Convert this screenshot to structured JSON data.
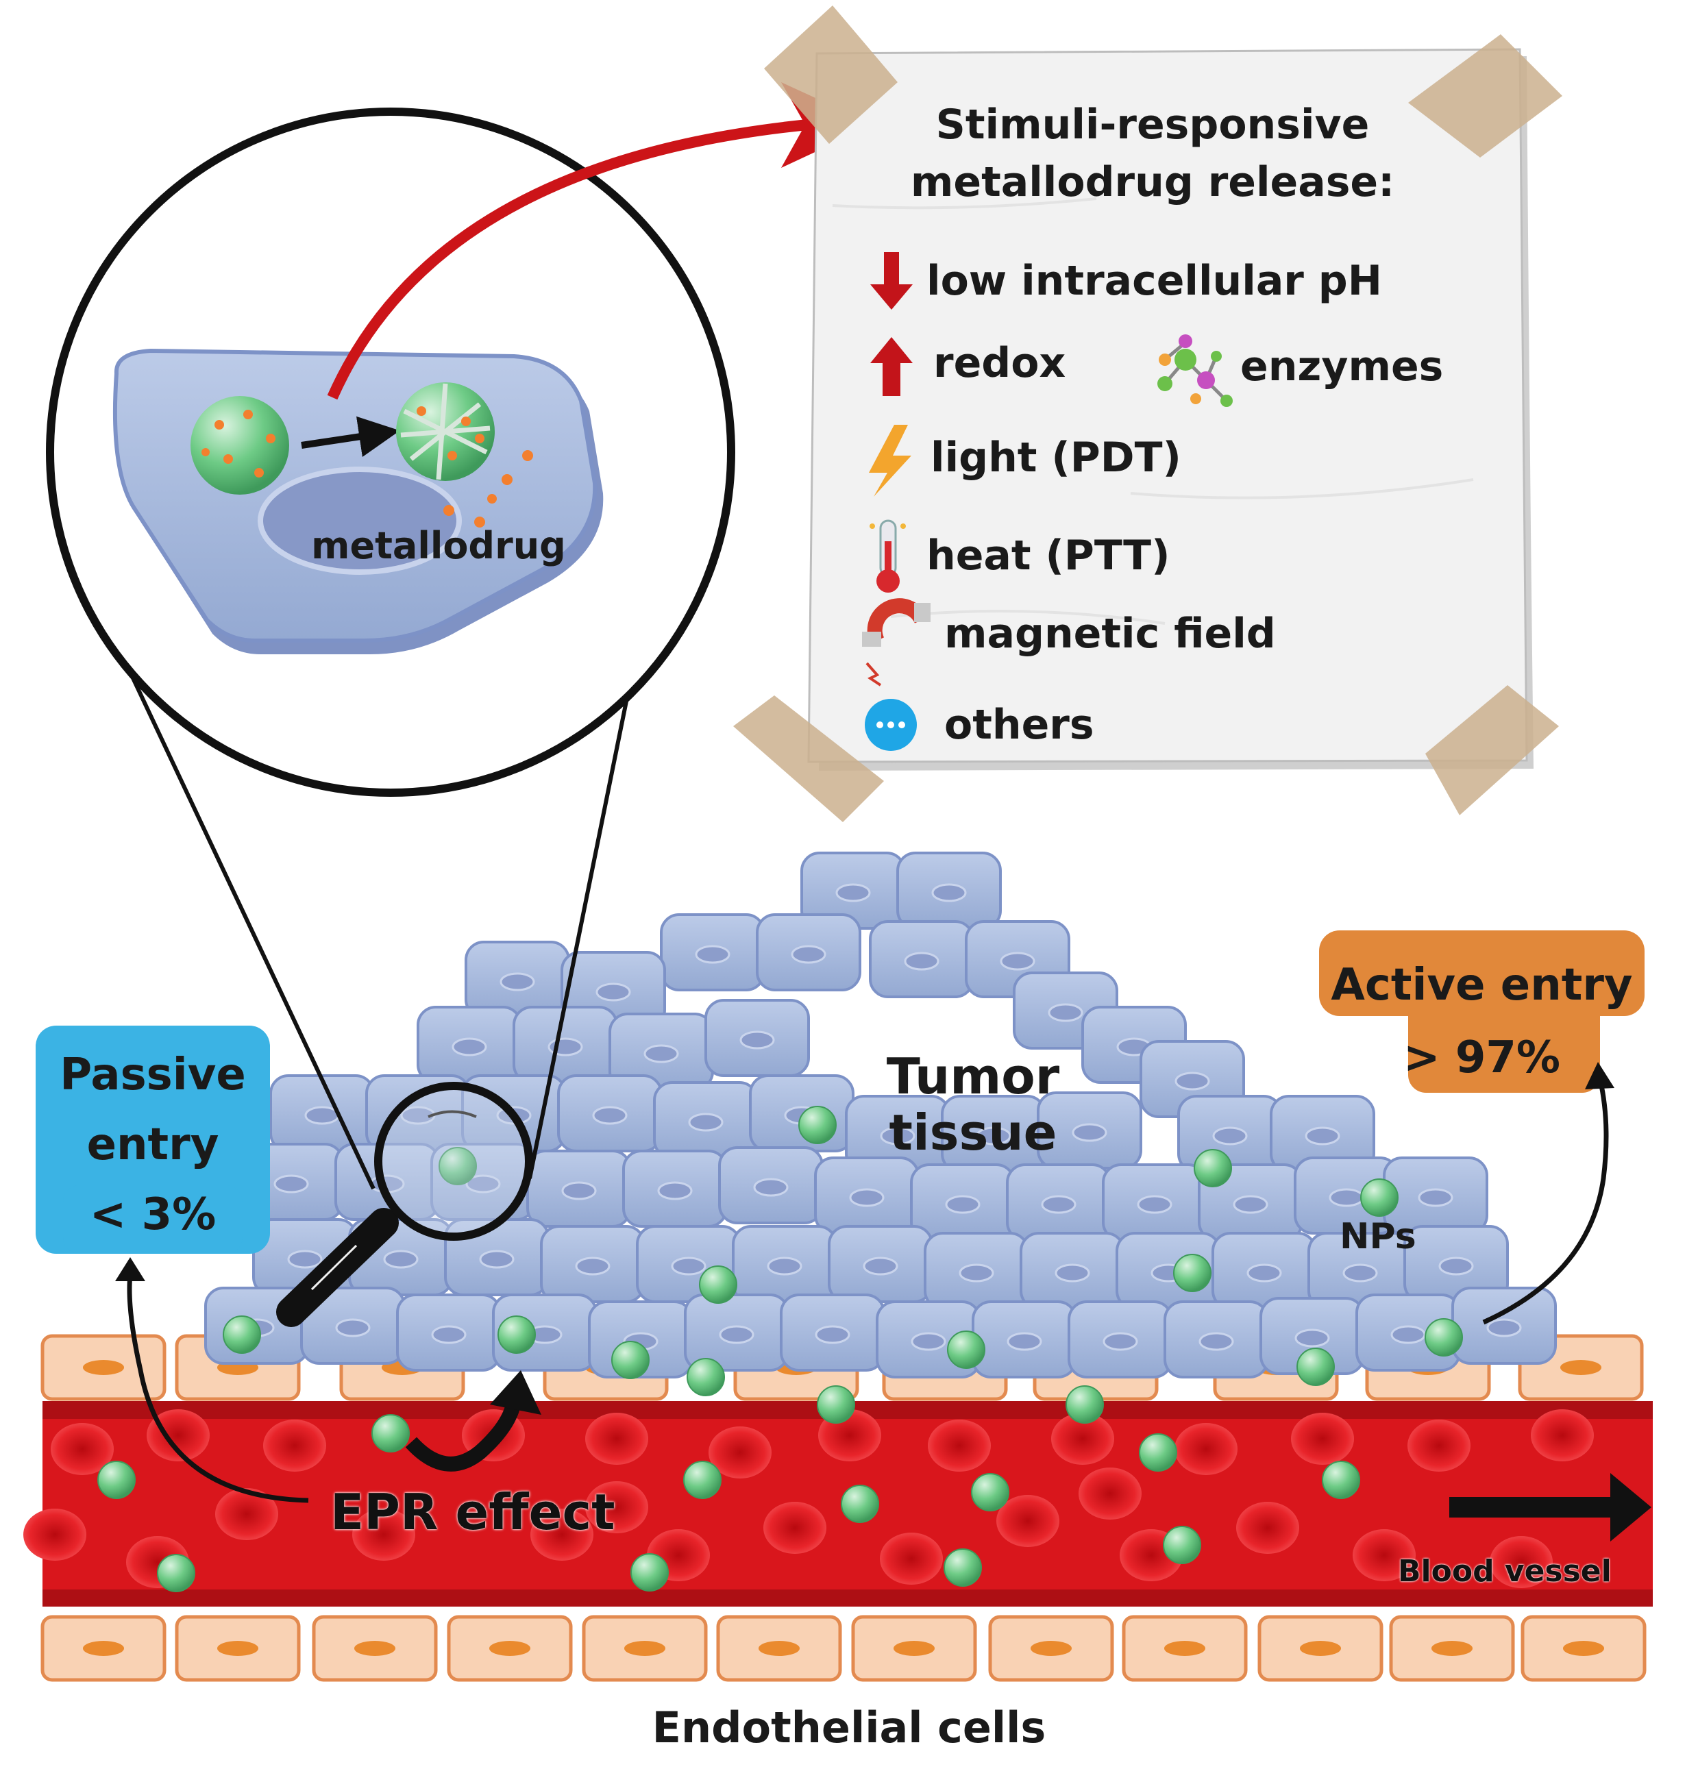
{
  "stimuli_panel": {
    "title_line1": "Stimuli-responsive",
    "title_line2": "metallodrug release:",
    "items": [
      {
        "label": "low intracellular pH",
        "icon": "down-arrow-icon"
      },
      {
        "label": "redox",
        "icon": "up-arrow-icon"
      },
      {
        "label": "enzymes",
        "icon": "molecule-icon"
      },
      {
        "label": "light (PDT)",
        "icon": "lightning-icon"
      },
      {
        "label": "heat (PTT)",
        "icon": "thermometer-icon"
      },
      {
        "label": "magnetic field",
        "icon": "magnet-icon"
      },
      {
        "label": "others",
        "icon": "ellipsis-icon"
      }
    ]
  },
  "zoom_inset": {
    "drug_label": "metallodrug"
  },
  "passive_entry": {
    "line1": "Passive",
    "line2": "entry",
    "line3": "< 3%"
  },
  "active_entry": {
    "line1": "Active entry",
    "line2": "> 97%"
  },
  "tumor_label": {
    "line1": "Tumor",
    "line2": "tissue"
  },
  "nps_label": "NPs",
  "epr_label": "EPR effect",
  "vessel_label": "Blood vessel",
  "endothelial_label": "Endothelial cells",
  "colors": {
    "passive_badge": "#3bb3e4",
    "active_badge": "#e1883a",
    "tumor_cell": "#a6b9dd",
    "blood": "#d9161c",
    "endothelial": "#f9d2b4",
    "nanoparticle": "#6ecb86",
    "arrow_red": "#cc1418"
  }
}
